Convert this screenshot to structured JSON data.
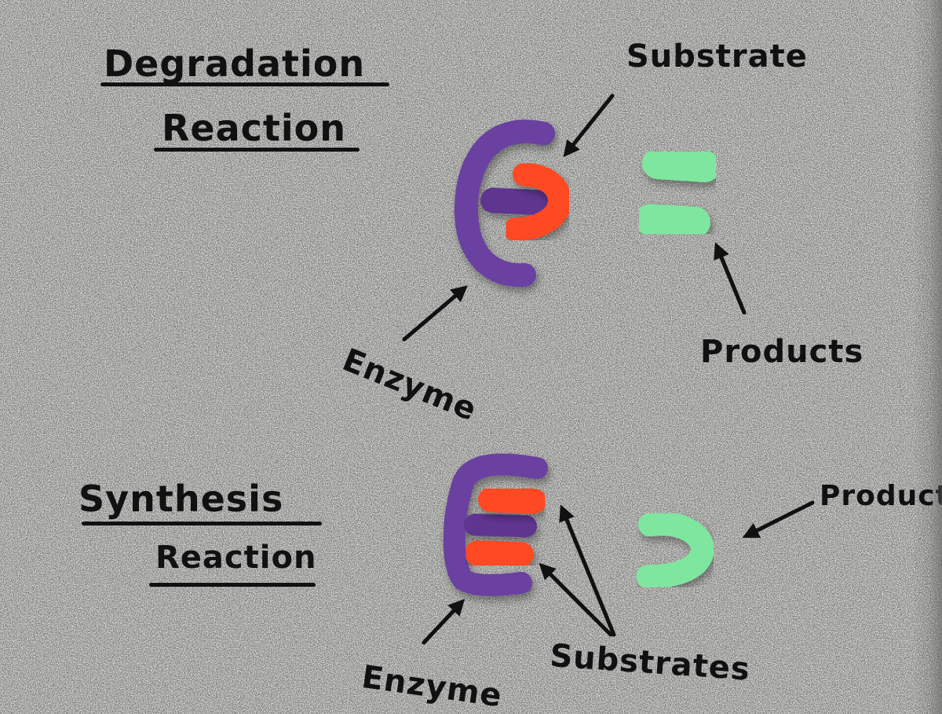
{
  "photo": {
    "colors": {
      "board": "#d6d6d3",
      "enzyme": "#6b3fa0",
      "substrate": "#ff4a22",
      "product": "#7fe6a0",
      "marker": "#111111"
    }
  },
  "degradation": {
    "title_line1": "Degradation",
    "title_line2": "Reaction",
    "substrate_label": "Substrate",
    "enzyme_label": "Enzyme",
    "products_label": "Products"
  },
  "synthesis": {
    "title_line1": "Synthesis",
    "title_line2": "Reaction",
    "products_label": "Products",
    "enzyme_label": "Enzyme",
    "substrates_label": "Substrates"
  }
}
